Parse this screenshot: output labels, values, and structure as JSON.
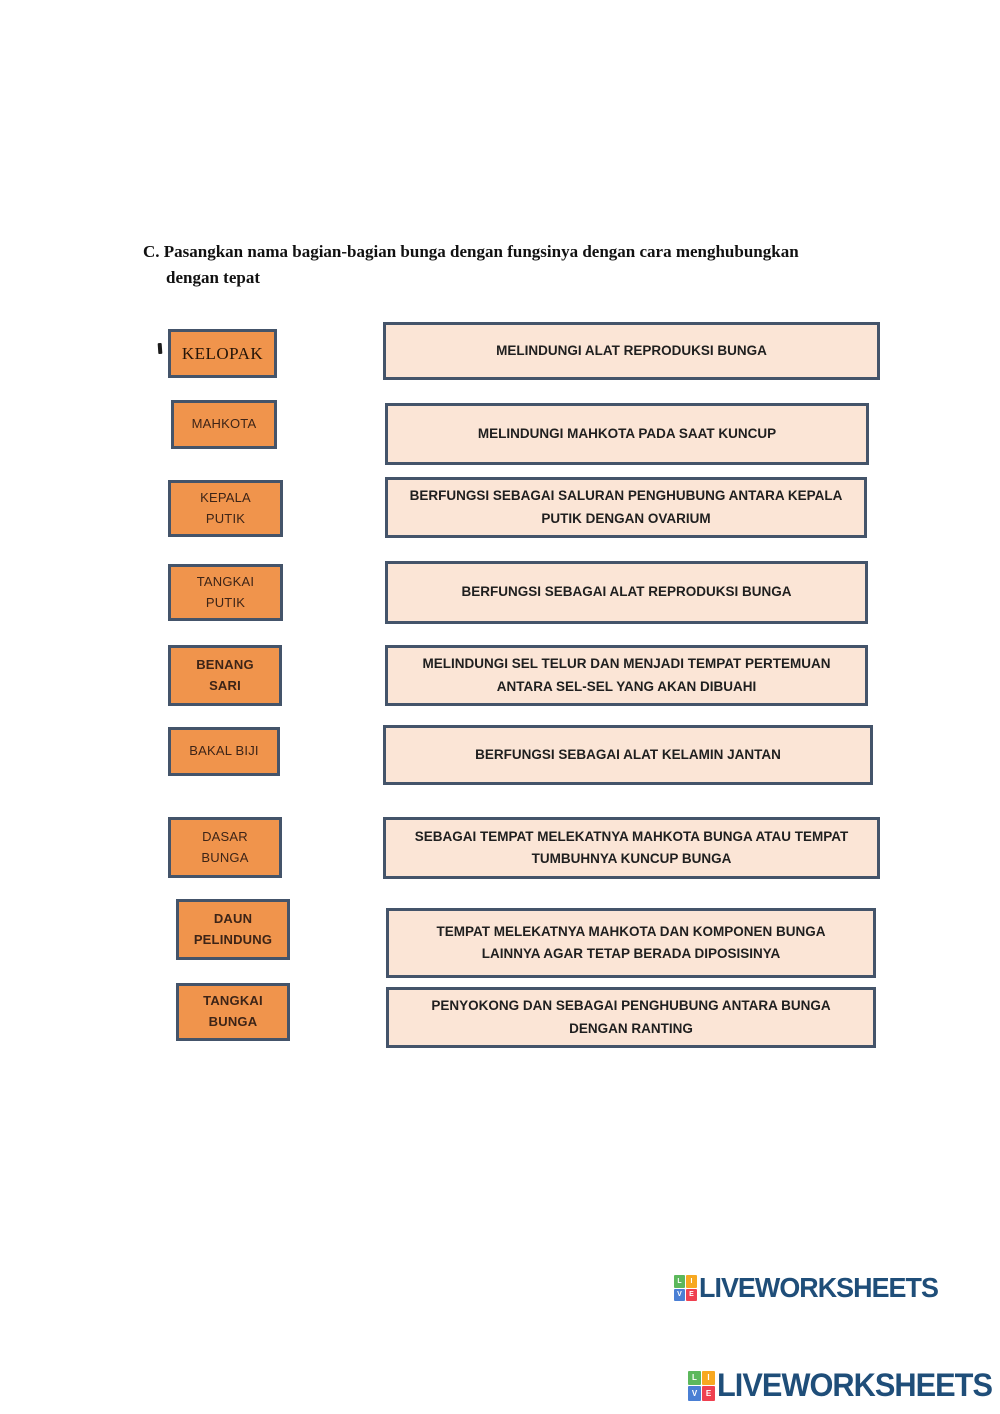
{
  "title": {
    "line1": "C. Pasangkan nama bagian-bagian bunga dengan fungsinya dengan cara menghubungkan",
    "line2": "dengan tepat"
  },
  "rows": [
    {
      "term": "KELOPAK",
      "definition": "MELINDUNGI ALAT REPRODUKSI BUNGA"
    },
    {
      "term": "MAHKOTA",
      "definition": "MELINDUNGI MAHKOTA PADA SAAT KUNCUP"
    },
    {
      "term": "KEPALA\nPUTIK",
      "definition": "BERFUNGSI SEBAGAI SALURAN PENGHUBUNG ANTARA KEPALA\nPUTIK DENGAN OVARIUM"
    },
    {
      "term": "TANGKAI\nPUTIK",
      "definition": "BERFUNGSI SEBAGAI ALAT REPRODUKSI BUNGA"
    },
    {
      "term": "BENANG\nSARI",
      "definition": "MELINDUNGI SEL TELUR DAN MENJADI TEMPAT PERTEMUAN\nANTARA SEL-SEL YANG AKAN DIBUAHI"
    },
    {
      "term": "BAKAL BIJI",
      "definition": "BERFUNGSI SEBAGAI ALAT KELAMIN JANTAN"
    },
    {
      "term": "DASAR\nBUNGA",
      "definition": "SEBAGAI TEMPAT MELEKATNYA MAHKOTA BUNGA ATAU TEMPAT\nTUMBUHNYA KUNCUP BUNGA"
    },
    {
      "term": "DAUN\nPELINDUNG",
      "definition": "TEMPAT MELEKATNYA MAHKOTA DAN KOMPONEN BUNGA\nLAINNYA AGAR TETAP BERADA DIPOSISINYA"
    },
    {
      "term": "TANGKAI\nBUNGA",
      "definition": "PENYOKONG DAN SEBAGAI PENGHUBUNG ANTARA BUNGA\nDENGAN RANTING"
    }
  ],
  "footer": {
    "logo_text": "LIVEWORKSHEETS",
    "logo_icon_letters": {
      "tl": "L",
      "tr": "I",
      "bl": "V",
      "br": "E"
    }
  },
  "colors": {
    "term_fill": "#F0944C",
    "box_border": "#44546A",
    "answer_fill": "#FBE5D6",
    "logo_blue": "#1F4E79",
    "logo_green": "#5CB85C",
    "logo_orange": "#F7A821",
    "logo_light_blue": "#4A7FD4",
    "logo_red": "#EF4050"
  }
}
